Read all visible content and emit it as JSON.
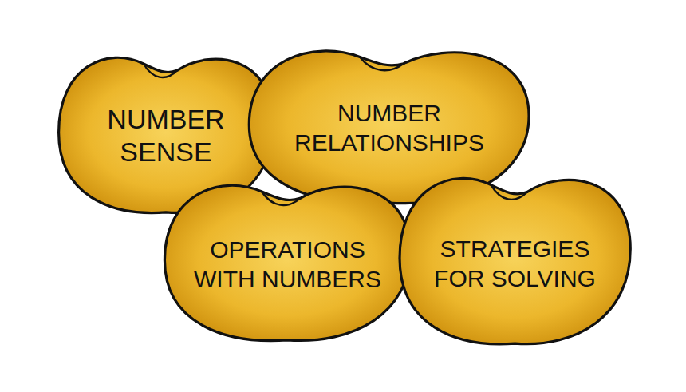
{
  "diagram": {
    "nodes": [
      {
        "text": [
          "NUMBER SENSE"
        ]
      },
      {
        "text": [
          "NUMBER RELATIONSHIPS"
        ]
      },
      {
        "text": [
          "OPERATIONS WITH NUMBERS"
        ]
      },
      {
        "text": [
          "STRATEGIES FOR SOLVING"
        ]
      }
    ],
    "edges": []
  }
}
